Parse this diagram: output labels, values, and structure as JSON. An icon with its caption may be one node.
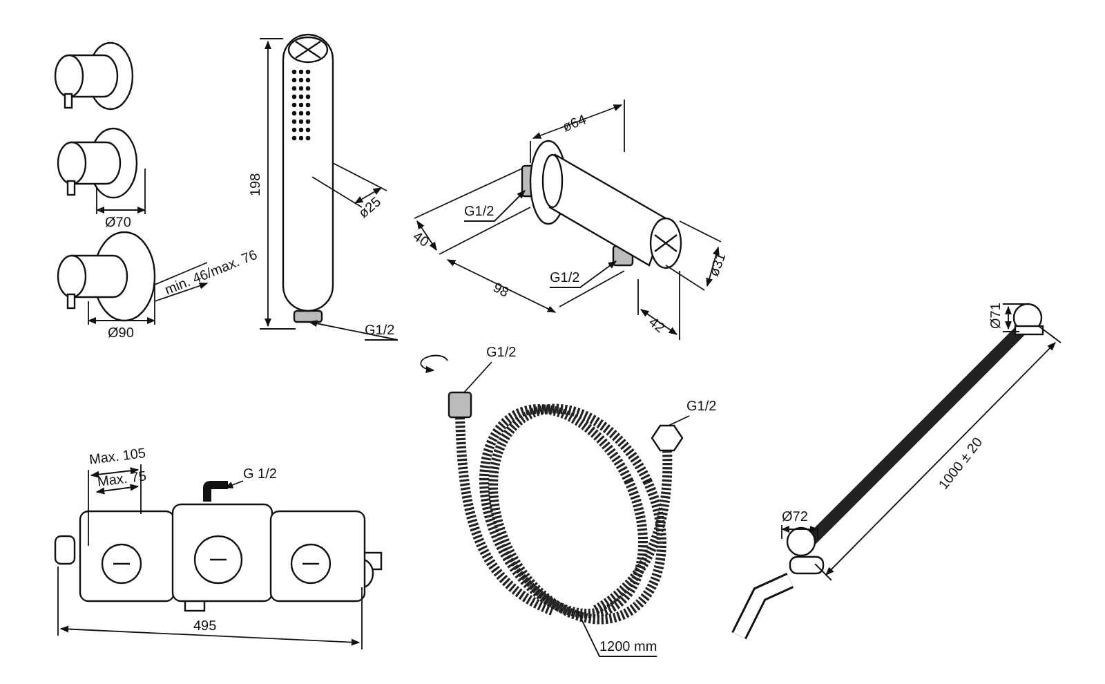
{
  "diagram": {
    "nodes": [
      {
        "text": [
          "G1/2"
        ]
      },
      {
        "text": [
          "G1/2"
        ]
      },
      {
        "text": [
          "G1/2"
        ]
      },
      {
        "text": [
          "G1/2"
        ]
      },
      {
        "text": [
          "G1/2"
        ]
      },
      {
        "text": [
          "G 1/2"
        ]
      },
      {
        "text": [
          "1200 mm"
        ]
      },
      {
        "text": [],
        "shape": "cylinder"
      },
      {
        "text": [],
        "shape": "cylinder"
      },
      {
        "text": [],
        "shape": "cylinder"
      },
      {
        "text": [],
        "shape": "pipe"
      },
      {
        "text": [],
        "shape": "coil"
      }
    ],
    "edges": [
      {
        "from": 0,
        "to": 7,
        "arrow": "to"
      },
      {
        "from": 1,
        "to": 8,
        "arrow": "to"
      },
      {
        "from": 2,
        "to": 9,
        "arrow": "to"
      },
      {
        "from": 3,
        "to": 11,
        "arrow": "none"
      },
      {
        "from": 4,
        "to": 11,
        "arrow": "none"
      },
      {
        "from": 5,
        "to": 10,
        "arrow": "to"
      },
      {
        "from": 6,
        "to": 11,
        "arrow": "none"
      }
    ],
    "labels": [
      "Ø70",
      "min. 46/max. 76",
      "Ø90",
      "198",
      "ø25",
      "ø64",
      "40",
      "98",
      "ø31",
      "42",
      "Ø71",
      "1000 ± 20",
      "Ø72",
      "Max. 105",
      "Max. 75",
      "495"
    ]
  }
}
